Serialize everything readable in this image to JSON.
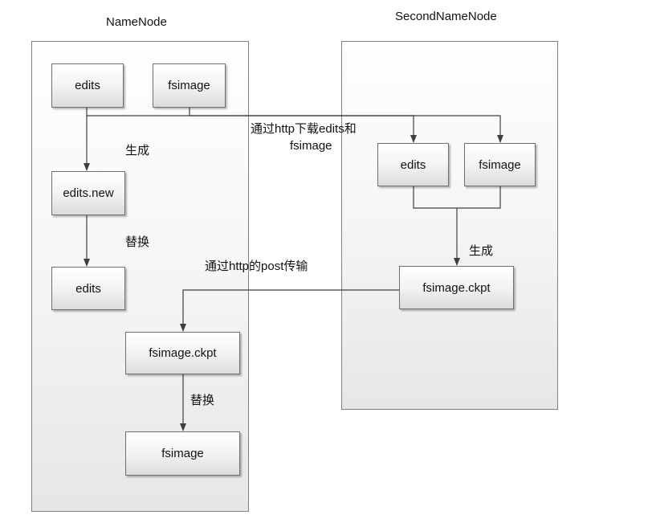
{
  "namenode": {
    "title": "NameNode",
    "boxes": {
      "edits_top": "edits",
      "fsimage_top": "fsimage",
      "edits_new": "edits.new",
      "edits_bottom": "edits",
      "fsimage_ckpt": "fsimage.ckpt",
      "fsimage_bottom": "fsimage"
    },
    "labels": {
      "generate": "生成",
      "replace_1": "替换",
      "replace_2": "替换"
    }
  },
  "secondnamenode": {
    "title": "SecondNameNode",
    "boxes": {
      "edits": "edits",
      "fsimage": "fsimage",
      "fsimage_ckpt": "fsimage.ckpt"
    },
    "labels": {
      "generate": "生成"
    }
  },
  "transfers": {
    "download_line1": "通过http下载edits和",
    "download_line2": "fsimage",
    "upload": "通过http的post传输"
  },
  "colors": {
    "line": "#3f3f3f",
    "box_border": "#6f6f6f",
    "container_border": "#7f7f7f"
  }
}
